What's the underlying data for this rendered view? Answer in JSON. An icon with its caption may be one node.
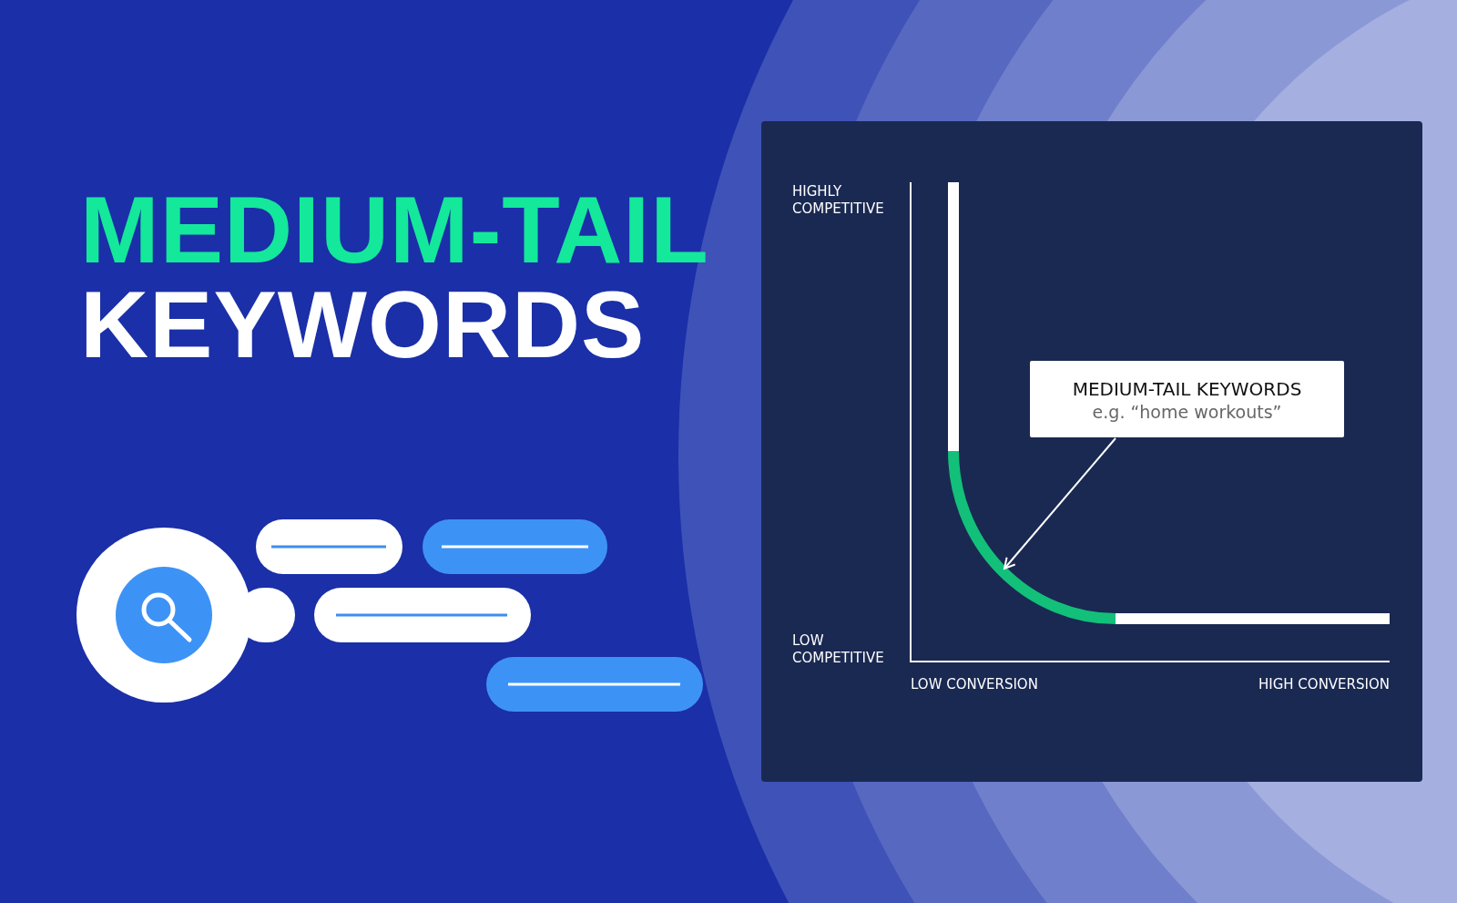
{
  "diagram": {
    "title": "MEDIUM-TAIL KEYWORDS",
    "nodes": [
      {
        "text": [
          "MEDIUM-TAIL KEYWORDS",
          "e.g. “home workouts”"
        ]
      },
      {
        "text": [],
        "shape": "curve"
      }
    ],
    "edges": [
      {
        "from": 0,
        "to": 1,
        "arrow": "to"
      }
    ],
    "labels": [
      "HIGHLY COMPETITIVE",
      "LOW COMPETITIVE",
      "LOW CONVERSION",
      "HIGH CONVERSION"
    ]
  }
}
